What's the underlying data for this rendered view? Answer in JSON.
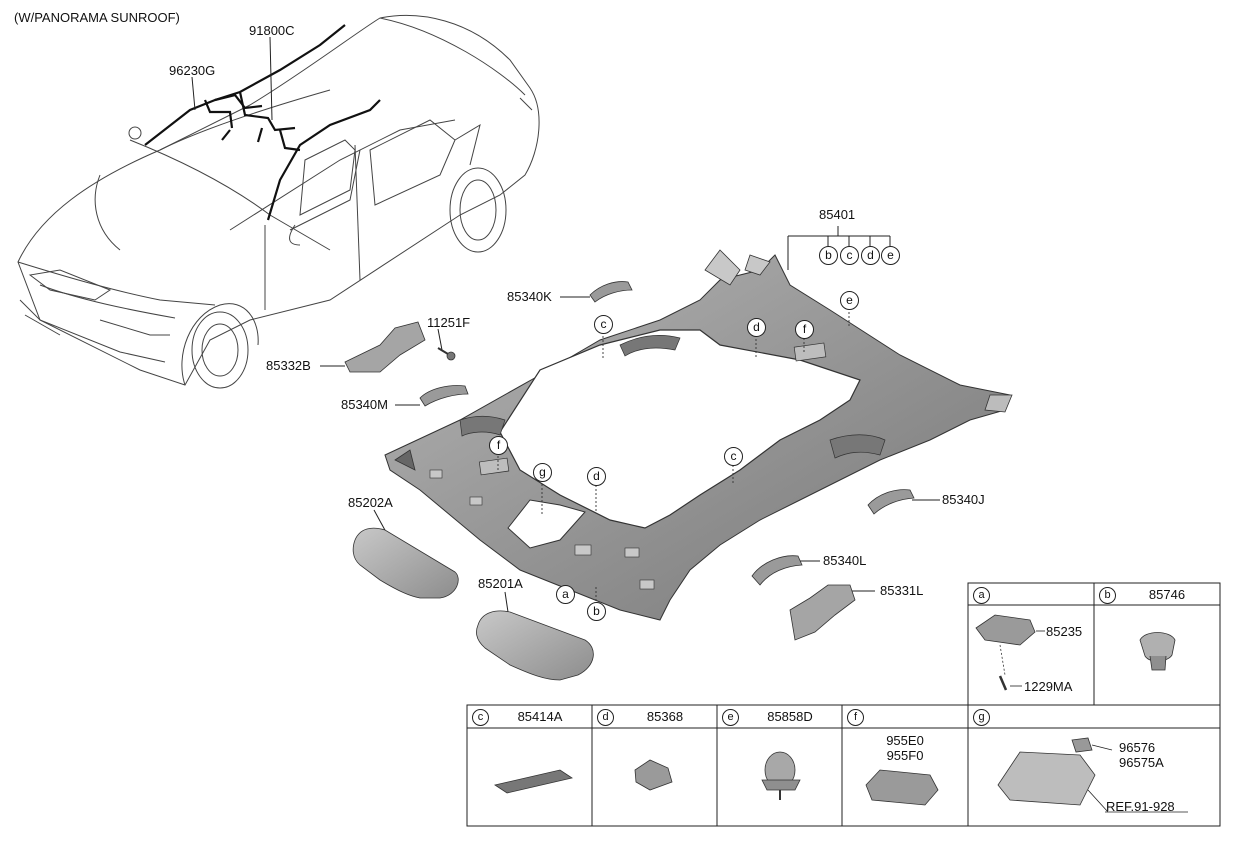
{
  "note": "(W/PANORAMA SUNROOF)",
  "labels": {
    "p91800C": "91800C",
    "p96230G": "96230G",
    "p85401": "85401",
    "p85340K": "85340K",
    "p11251F": "11251F",
    "p85332B": "85332B",
    "p85340M": "85340M",
    "p85202A": "85202A",
    "p85201A": "85201A",
    "p85340J": "85340J",
    "p85340L": "85340L",
    "p85331L": "85331L"
  },
  "callouts": [
    "b",
    "c",
    "d",
    "e",
    "e",
    "c",
    "d",
    "f",
    "f",
    "g",
    "d",
    "c",
    "a",
    "b"
  ],
  "table": {
    "a": {
      "letter": "a",
      "codes": [
        "85235",
        "1229MA"
      ]
    },
    "b": {
      "letter": "b",
      "code": "85746"
    },
    "c": {
      "letter": "c",
      "code": "85414A"
    },
    "d": {
      "letter": "d",
      "code": "85368"
    },
    "e": {
      "letter": "e",
      "code": "85858D"
    },
    "f": {
      "letter": "f",
      "codes": [
        "955E0",
        "955F0"
      ]
    },
    "g": {
      "letter": "g",
      "codes": [
        "96576",
        "96575A"
      ],
      "ref": "REF.91-928"
    }
  },
  "colors": {
    "line": "#222222",
    "part_fill": "#9a9a9a",
    "part_dark": "#6f6f6f",
    "part_light": "#c2c2c2"
  }
}
